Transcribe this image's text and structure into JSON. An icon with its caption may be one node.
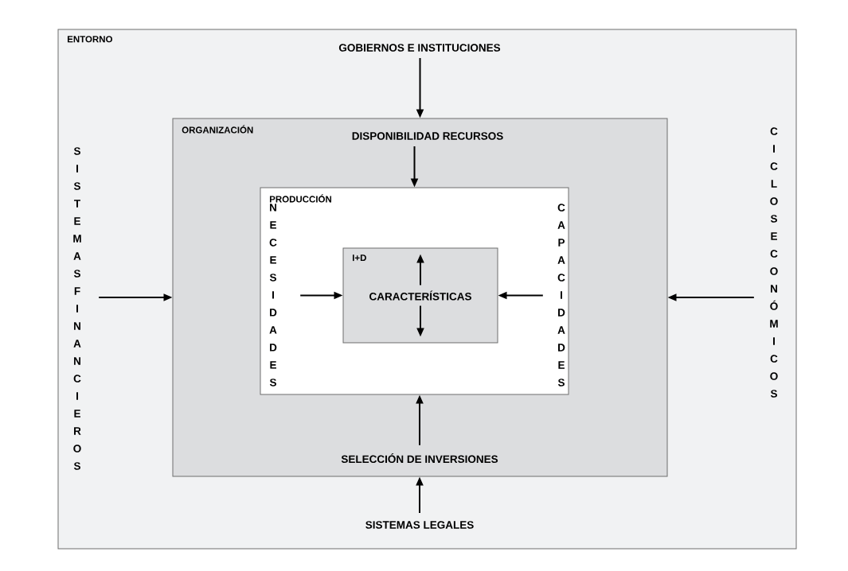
{
  "diagram": {
    "nodes": [
      {
        "text": [
          "ENTORNO"
        ]
      },
      {
        "text": [
          "GOBIERNOS E INSTITUCIONES"
        ],
        "in": 0
      },
      {
        "text": [
          "SISTEMAS FINANCIEROS"
        ],
        "in": 0
      },
      {
        "text": [
          "ORGANIZACIÓN"
        ],
        "in": 0
      },
      {
        "text": [
          "DISPONIBILIDAD RECURSOS"
        ],
        "in": 3
      },
      {
        "text": [
          "PRODUCCIÓN"
        ],
        "in": 3
      },
      {
        "text": [
          "NECESIDADES"
        ],
        "in": 5
      },
      {
        "text": [
          "I+D",
          "CARACTERÍSTICAS"
        ],
        "in": 5
      },
      {
        "text": [
          "CAPACIDADES"
        ],
        "in": 5
      },
      {
        "text": [
          "SELECCIÓN DE INVERSIONES"
        ],
        "in": 3
      },
      {
        "text": [
          "CICLOS ECONÓMICOS"
        ],
        "in": 0
      },
      {
        "text": [
          "SISTEMAS LEGALES"
        ],
        "in": 0
      }
    ],
    "edges": [
      {
        "from": 1,
        "to": 3,
        "arrow": "to"
      },
      {
        "from": 2,
        "to": 3,
        "arrow": "to"
      },
      {
        "from": 10,
        "to": 3,
        "arrow": "to"
      },
      {
        "from": 11,
        "to": 3,
        "arrow": "to"
      },
      {
        "from": 4,
        "to": 5,
        "arrow": "to"
      },
      {
        "from": 9,
        "to": 5,
        "arrow": "to"
      },
      {
        "from": 6,
        "to": 7,
        "arrow": "to"
      },
      {
        "from": 8,
        "to": 7,
        "arrow": "to"
      }
    ]
  }
}
